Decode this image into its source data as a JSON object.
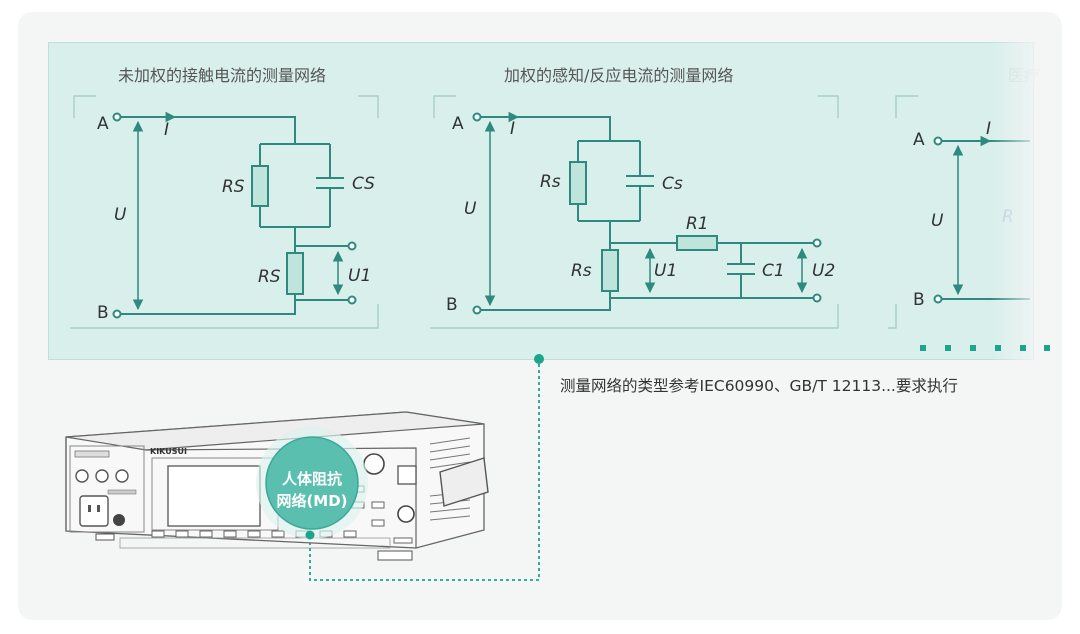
{
  "panels": [
    {
      "title": "未加权的接触电流的测量网络"
    },
    {
      "title": "加权的感知/反应电流的测量网络"
    },
    {
      "title": "医疗"
    }
  ],
  "circuit1": {
    "node_a": "A",
    "node_b": "B",
    "current": "I",
    "voltage": "U",
    "rs1": "RS",
    "cs": "CS",
    "rs2": "RS",
    "u1": "U1"
  },
  "circuit2": {
    "node_a": "A",
    "node_b": "B",
    "current": "I",
    "voltage": "U",
    "rs1": "Rs",
    "cs": "Cs",
    "rs2": "Rs",
    "u1": "U1",
    "r1": "R1",
    "c1": "C1",
    "u2": "U2"
  },
  "circuit3": {
    "node_a": "A",
    "node_b": "B",
    "current": "I",
    "voltage": "U",
    "r": "R"
  },
  "caption": "测量网络的类型参考IEC60990、GB/T 12113...要求执行",
  "device": {
    "brand": "KIKUSUI",
    "callout_line1": "人体阻抗",
    "callout_line2": "网络(MD)"
  },
  "colors": {
    "panel_bg": "#d8efeb",
    "circuit": "#2e8a7e",
    "accent": "#1aa58c",
    "component_fill": "#bfe4dc"
  }
}
